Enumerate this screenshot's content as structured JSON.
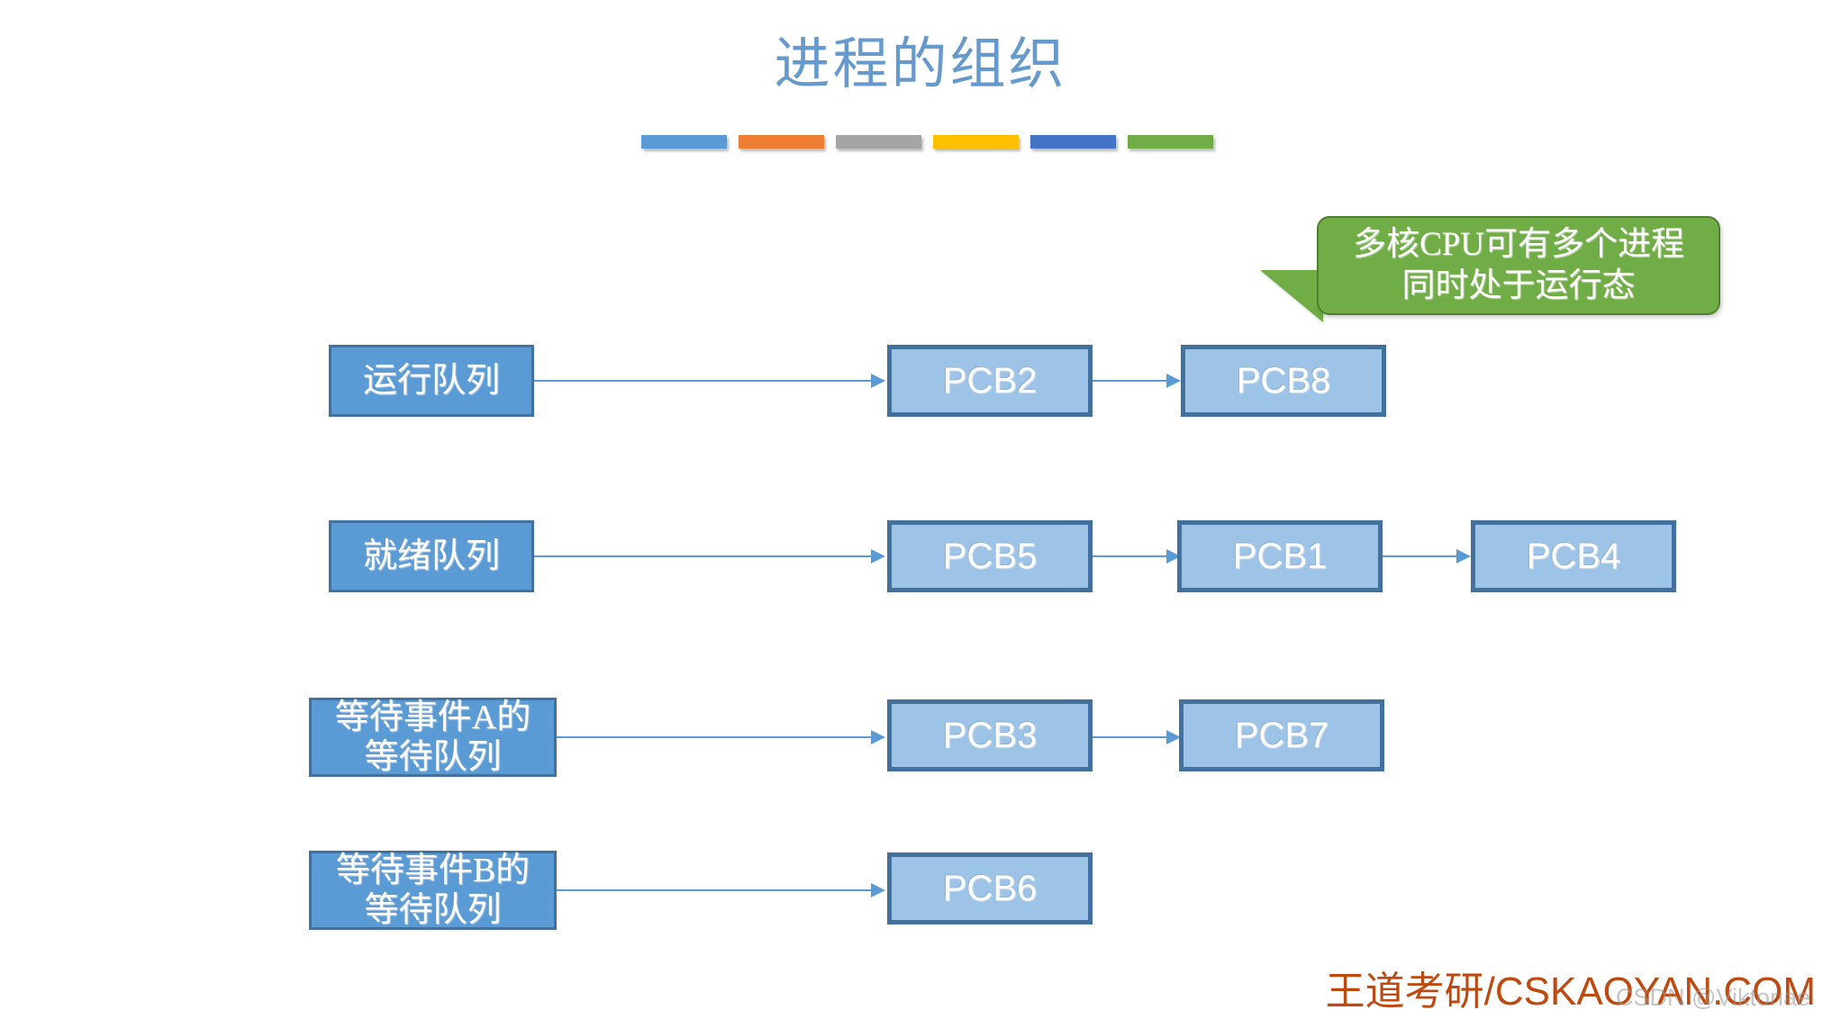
{
  "slide": {
    "title": "进程的组织",
    "title_color": "#6699CC",
    "background": "#ffffff"
  },
  "decoration": {
    "bars": [
      {
        "name": "bar-blue",
        "color": "#5B9BD5"
      },
      {
        "name": "bar-orange",
        "color": "#ED7D31"
      },
      {
        "name": "bar-gray",
        "color": "#A5A5A5"
      },
      {
        "name": "bar-yellow",
        "color": "#FFC000"
      },
      {
        "name": "bar-dark-blue",
        "color": "#4472C4"
      },
      {
        "name": "bar-green",
        "color": "#70AD47"
      }
    ]
  },
  "callout": {
    "line1": "多核CPU可有多个进程",
    "line2": "同时处于运行态",
    "fill": "#70AD47",
    "border": "#507E32",
    "text_color": "#ffffff"
  },
  "diagram": {
    "queue_fill": "#5B9BD5",
    "queue_border": "#41719C",
    "pcb_fill": "#9DC3E6",
    "pcb_border": "#41719C",
    "arrow_color": "#5B9BD5",
    "rows": [
      {
        "id": "run-queue",
        "queue_label_line1": "运行队列",
        "queue_label_line2": "",
        "pcbs": [
          "PCB2",
          "PCB8"
        ]
      },
      {
        "id": "ready-queue",
        "queue_label_line1": "就绪队列",
        "queue_label_line2": "",
        "pcbs": [
          "PCB5",
          "PCB1",
          "PCB4"
        ]
      },
      {
        "id": "wait-queue-a",
        "queue_label_line1": "等待事件A的",
        "queue_label_line2": "等待队列",
        "pcbs": [
          "PCB3",
          "PCB7"
        ]
      },
      {
        "id": "wait-queue-b",
        "queue_label_line1": "等待事件B的",
        "queue_label_line2": "等待队列",
        "pcbs": [
          "PCB6"
        ]
      }
    ]
  },
  "watermark": {
    "brand": "王道考研/CSKAOYAN.COM",
    "brand_color": "#BF4A10",
    "csdn": "CSDN @Viktoriae"
  }
}
